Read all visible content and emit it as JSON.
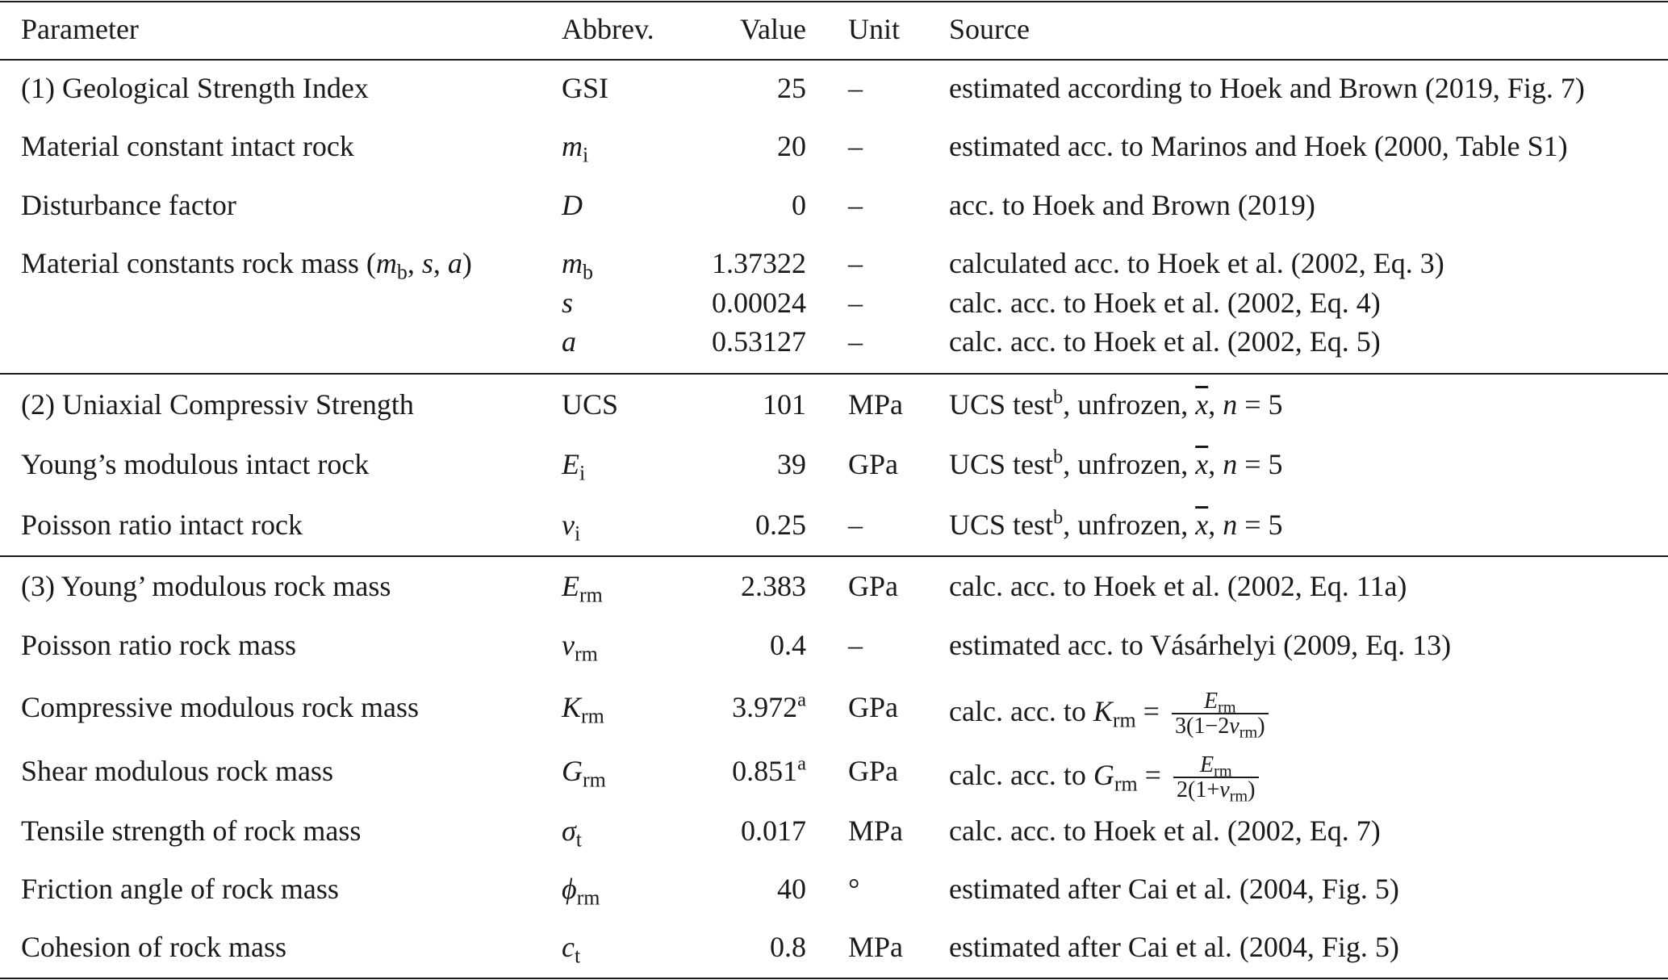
{
  "header": {
    "parameter": "Parameter",
    "abbrev": "Abbrev.",
    "value": "Value",
    "unit": "Unit",
    "source": "Source"
  },
  "rows": [
    {
      "param": "(1) Geological Strength Index",
      "abbr": "GSI",
      "value": "25",
      "unit": "–",
      "source": "estimated according to Hoek and Brown (2019, Fig. 7)"
    },
    {
      "param": "Material constant intact rock",
      "abbr_main": "m",
      "abbr_sub": "i",
      "value": "20",
      "unit": "–",
      "source": "estimated acc. to Marinos and Hoek (2000, Table S1)"
    },
    {
      "param": "Disturbance factor",
      "abbr": "D",
      "value": "0",
      "unit": "–",
      "source": "acc. to Hoek and Brown (2019)"
    },
    {
      "param_prefix": "Material constants rock mass (",
      "param_m": "m",
      "param_msub": "b",
      "param_rest_sep1": ", ",
      "param_s": "s",
      "param_rest_sep2": ", ",
      "param_a": "a",
      "param_close": ")",
      "abbr_main": "m",
      "abbr_sub": "b",
      "value": "1.37322",
      "unit": "–",
      "source": "calculated acc. to Hoek et al. (2002, Eq. 3)"
    },
    {
      "abbr": "s",
      "value": "0.00024",
      "unit": "–",
      "source": "calc. acc. to Hoek et al. (2002, Eq. 4)"
    },
    {
      "abbr": "a",
      "value": "0.53127",
      "unit": "–",
      "source": "calc. acc. to Hoek et al. (2002, Eq. 5)"
    },
    {
      "param": "(2) Uniaxial Compressiv Strength",
      "abbr": "UCS",
      "value": "101",
      "unit": "MPa",
      "source_a": "UCS test",
      "source_sup": "b",
      "source_b": ", unfrozen, ",
      "xbar": "x",
      "source_c": ", ",
      "n": "n",
      "source_d": " = 5"
    },
    {
      "param": "Young’s modulous intact rock",
      "abbr_main": "E",
      "abbr_sub": "i",
      "value": "39",
      "unit": "GPa",
      "source_a": "UCS test",
      "source_sup": "b",
      "source_b": ", unfrozen, ",
      "xbar": "x",
      "source_c": ", ",
      "n": "n",
      "source_d": " = 5"
    },
    {
      "param": "Poisson ratio intact rock",
      "abbr_main": "ν",
      "abbr_sub": "i",
      "value": "0.25",
      "unit": "–",
      "source_a": "UCS test",
      "source_sup": "b",
      "source_b": ", unfrozen, ",
      "xbar": "x",
      "source_c": ", ",
      "n": "n",
      "source_d": " = 5"
    },
    {
      "param": "(3) Young’ modulous rock mass",
      "abbr_main": "E",
      "abbr_sub": "rm",
      "value": "2.383",
      "unit": "GPa",
      "source": "calc. acc. to Hoek et al. (2002, Eq. 11a)"
    },
    {
      "param": "Poisson ratio rock mass",
      "abbr_main": "ν",
      "abbr_sub": "rm",
      "value": "0.4",
      "unit": "–",
      "source": "estimated acc. to Vásárhelyi (2009, Eq. 13)"
    },
    {
      "param": "Compressive modulous rock mass",
      "abbr_main": "K",
      "abbr_sub": "rm",
      "value": "3.972",
      "value_sup": "a",
      "unit": "GPa",
      "source_a": "calc. acc. to ",
      "lhs": "K",
      "lhs_sub": "rm",
      "eq": " = ",
      "num_main": "E",
      "num_sub": "rm",
      "den_a": "3(1−2",
      "den_nu": "ν",
      "den_sub": "rm",
      "den_b": ")"
    },
    {
      "param": "Shear modulous rock mass",
      "abbr_main": "G",
      "abbr_sub": "rm",
      "value": "0.851",
      "value_sup": "a",
      "unit": "GPa",
      "source_a": "calc. acc. to ",
      "lhs": "G",
      "lhs_sub": "rm",
      "eq": " = ",
      "num_main": "E",
      "num_sub": "rm",
      "den_a": "2(1+",
      "den_nu": "ν",
      "den_sub": "rm",
      "den_b": ")"
    },
    {
      "param": "Tensile strength of rock mass",
      "abbr_main": "σ",
      "abbr_sub": "t",
      "value": "0.017",
      "unit": "MPa",
      "source": "calc. acc. to Hoek et al. (2002, Eq. 7)"
    },
    {
      "param": "Friction angle of rock mass",
      "abbr_main": "ϕ",
      "abbr_sub": "rm",
      "value": "40",
      "unit": "°",
      "source": "estimated after Cai et al. (2004, Fig. 5)"
    },
    {
      "param": "Cohesion of rock mass",
      "abbr_main": "c",
      "abbr_sub": "t",
      "value": "0.8",
      "unit": "MPa",
      "source": "estimated after Cai et al. (2004, Fig. 5)"
    }
  ]
}
